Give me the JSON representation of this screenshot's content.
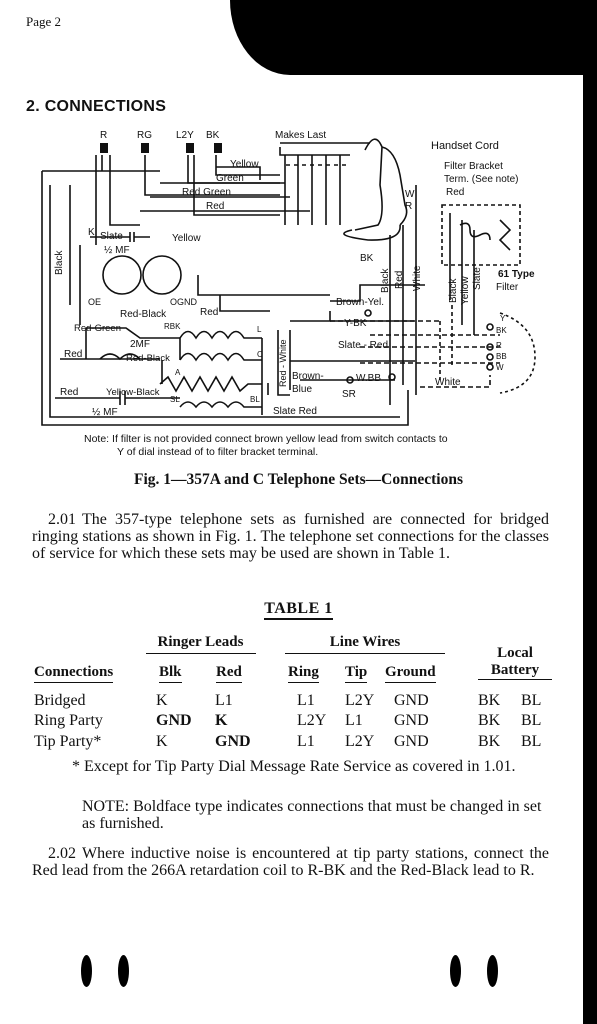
{
  "page": {
    "number": "Page 2"
  },
  "section": {
    "heading": "2.  CONNECTIONS"
  },
  "diagram": {
    "terminals": [
      "R",
      "RG",
      "L2Y",
      "BK"
    ],
    "makes_last": "Makes Last",
    "handset_cord": "Handset Cord",
    "filter_bracket": [
      "Filter Bracket",
      "Term. (See note)"
    ],
    "filter_red": "Red",
    "filter_label": [
      "61 Type",
      "Filter"
    ],
    "filter_bk": "BK",
    "wire_labels": [
      "Yellow",
      "Green",
      "Red Green",
      "Red"
    ],
    "slate": "Slate",
    "half_mf_top": "½ MF",
    "yellow_left": "Yellow",
    "black_vertical": "Black",
    "oe": "OE",
    "ogn": "OGND",
    "red_black": "Red-Black",
    "red_small": "Red",
    "red_green": "Red-Green",
    "rbk": "RBK",
    "two_mf": "2MF",
    "red_left": "Red",
    "red_black2": "Red-Black",
    "a_term": "A",
    "c_term": "C",
    "l_term": "L",
    "red_white_vert": "Red - White",
    "red2": "Red",
    "yellow_black": "Yellow-Black",
    "half_mf_bottom": "½ MF",
    "sl": "SL",
    "bl": "BL",
    "slate_red": "Slate Red",
    "brown_blue": [
      "Brown-",
      "Blue"
    ],
    "w_bb": "W.BB",
    "sr": "SR",
    "white_bottom": "White",
    "slate_red_mid": "Slate - Red",
    "y_bk": "Y-BK",
    "brown_yel": "Brown-Yel.",
    "bk_hs": "BK",
    "w": "W",
    "r": "R",
    "hs_vertical": [
      "Black",
      "Red",
      "White"
    ],
    "filter_vertical": [
      "Black",
      "Yellow",
      "Slate"
    ],
    "filter_terms": [
      "Y",
      "BK",
      "R",
      "BB",
      "W"
    ]
  },
  "note": {
    "label": "Note:",
    "line1": "If filter is not provided connect brown   yellow lead from switch contacts to",
    "line2": "Y of dial instead of to filter bracket terminal."
  },
  "figure": {
    "caption": "Fig. 1—357A and C Telephone Sets—Connections"
  },
  "p201": {
    "num": "2.01",
    "text": "The 357-type telephone sets as furnished are connected for bridged ringing stations as shown in Fig. 1. The telephone set connections for the classes of service for which these sets may be used are shown in Table 1."
  },
  "table": {
    "title": "TABLE 1",
    "groups": {
      "ringer": "Ringer Leads",
      "line": "Line Wires",
      "local1": "Local",
      "local2": "Battery"
    },
    "columns": {
      "connections": "Connections",
      "blk": "Blk",
      "red": "Red",
      "ring": "Ring",
      "tip": "Tip",
      "ground": "Ground"
    },
    "rows": [
      {
        "name": "Bridged",
        "blk": "K",
        "red": "L1",
        "ring": "L1",
        "tip": "L2Y",
        "ground": "GND",
        "bk": "BK",
        "bl": "BL"
      },
      {
        "name": "Ring Party",
        "blk": "GND",
        "red": "K",
        "ring": "L2Y",
        "tip": "L1",
        "ground": "GND",
        "bk": "BK",
        "bl": "BL"
      },
      {
        "name": "Tip Party*",
        "blk": "K",
        "red": "GND",
        "ring": "L1",
        "tip": "L2Y",
        "ground": "GND",
        "bk": "BK",
        "bl": "BL"
      }
    ],
    "footnote": "* Except for Tip Party Dial Message Rate Service as covered in 1.01.",
    "note": "NOTE: Boldface type indicates connections that must be changed in set as furnished."
  },
  "p202": {
    "num": "2.02",
    "text": "Where inductive noise is encountered at tip party stations, connect the Red lead from the 266A retardation coil to R-BK and the Red-Black lead to R."
  }
}
